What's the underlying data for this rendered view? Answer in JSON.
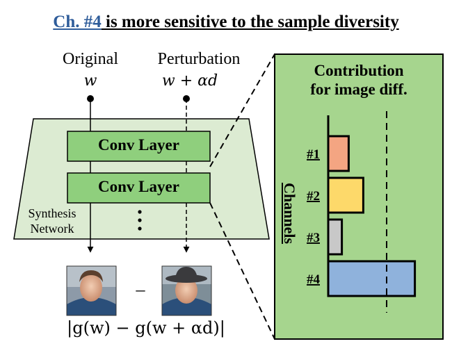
{
  "title": {
    "channel_ref": "Ch. #4",
    "text": " is more sensitive to the sample diversity"
  },
  "inputs": {
    "original_label": "Original",
    "original_var": "w",
    "perturbation_label": "Perturbation",
    "perturbation_var": "w + αd"
  },
  "network": {
    "layer1": "Conv Layer",
    "layer2": "Conv Layer",
    "name_line1": "Synthesis",
    "name_line2": "Network"
  },
  "output": {
    "minus": "–",
    "formula": "|g(w) − g(w + αd)|"
  },
  "panel": {
    "title_line1": "Contribution",
    "title_line2": "for image diff.",
    "axis_label": "Channels"
  },
  "colors": {
    "green_fill": "#dcebd2",
    "green_box": "#8fcf7d",
    "panel_fill": "#a6d58e",
    "link_blue": "#2e5c9a"
  },
  "chart_data": {
    "type": "bar",
    "orientation": "horizontal",
    "categories": [
      "#1",
      "#2",
      "#3",
      "#4"
    ],
    "values": [
      0.21,
      0.36,
      0.14,
      0.89
    ],
    "threshold": 0.6,
    "colors": [
      "#f4a582",
      "#fdd96a",
      "#c8c8c8",
      "#8fb2dc"
    ],
    "xlim": [
      0,
      1
    ]
  }
}
